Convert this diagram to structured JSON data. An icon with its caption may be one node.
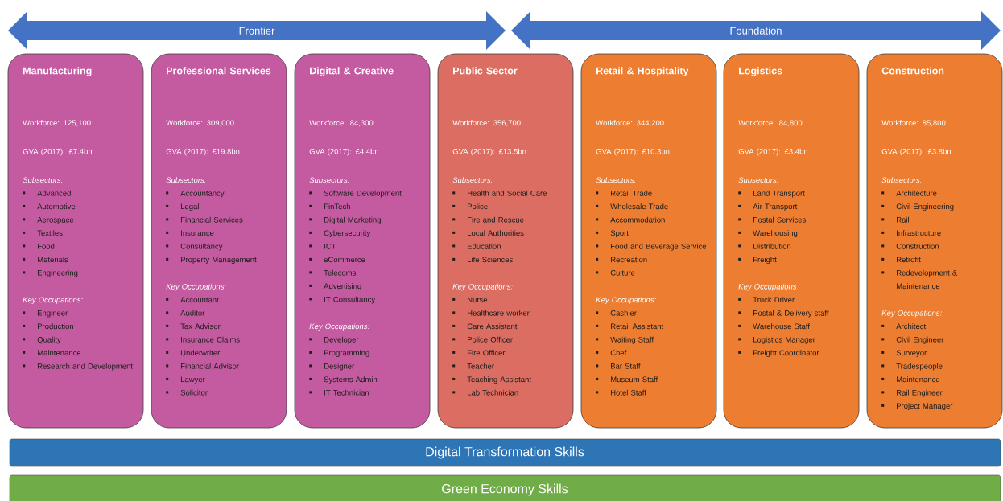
{
  "diagram": {
    "nodes": [
      {
        "text": [
          "Frontier"
        ]
      },
      {
        "text": [
          "Foundation"
        ]
      },
      {
        "text": [
          "Manufacturing",
          "Workforce: 125,100",
          "GVA (2017): £7.4bn",
          "Subsectors:",
          "Advanced",
          "Automotive",
          "Aerospace",
          "Textiles",
          "Food",
          "Materials",
          "Engineering",
          "Key Occupations:",
          "Engineer",
          "Production",
          "Quality",
          "Maintenance",
          "Research and Development"
        ]
      },
      {
        "text": [
          "Professional Services",
          "Workforce: 309,000",
          "GVA (2017): £19.8bn",
          "Subsectors:",
          "Accountancy",
          "Legal",
          "Financial Services",
          "Insurance",
          "Consultancy",
          "Property Management",
          "Key Occupations:",
          "Accountant",
          "Auditor",
          "Tax Advisor",
          "Insurance Claims",
          "Underwriter",
          "Financial Advisor",
          "Lawyer",
          "Solicitor"
        ]
      },
      {
        "text": [
          "Digital & Creative",
          "Workforce: 84,300",
          "GVA (2017): £4.4bn",
          "Subsectors:",
          "Software Development",
          "FinTech",
          "Digital Marketing",
          "Cybersecurity",
          "ICT",
          "eCommerce",
          "Telecoms",
          "Advertising",
          "IT Consultancy",
          "Key Occupations:",
          "Developer",
          "Programming",
          "Designer",
          "Systems Admin",
          "IT Technician"
        ]
      },
      {
        "text": [
          "Public Sector",
          "Workforce: 356,700",
          "GVA (2017): £13.5bn",
          "Subsectors:",
          "Health and Social Care",
          "Police",
          "Fire and Rescue",
          "Local Authorities",
          "Education",
          "Life Sciences",
          "Key Occupations:",
          "Nurse",
          "Healthcare worker",
          "Care Assistant",
          "Police Officer",
          "Fire Officer",
          "Teacher",
          "Teaching Assistant",
          "Lab Technician"
        ]
      },
      {
        "text": [
          "Retail & Hospitality",
          "Workforce: 344,200",
          "GVA (2017): £10.3bn",
          "Subsectors:",
          "Retail Trade",
          "Wholesale Trade",
          "Accommodation",
          "Sport",
          "Food and Beverage Service",
          "Recreation",
          "Culture",
          "Key Occupations:",
          "Cashier",
          "Retail Assistant",
          "Waiting Staff",
          "Chef",
          "Bar Staff",
          "Museum Staff",
          "Hotel Staff"
        ]
      },
      {
        "text": [
          "Logistics",
          "Workforce: 84,800",
          "GVA (2017): £3.4bn",
          "Subsectors:",
          "Land Transport",
          "Air Transport",
          "Postal Services",
          "Warehousing",
          "Distribution",
          "Freight",
          "Key Occupations",
          "Truck Driver",
          "Postal & Delivery staff",
          "Warehouse Staff",
          "Logistics Manager",
          "Freight Coordinator"
        ]
      },
      {
        "text": [
          "Construction",
          "Workforce: 85,800",
          "GVA (2017): £3.8bn",
          "Subsectors:",
          "Architecture",
          "Civil Engineering",
          "Rail",
          "Infrastructure",
          "Construction",
          "Retrofit",
          "Redevelopment & Maintenance",
          "Key Occupations:",
          "Architect",
          "Civil Engineer",
          "Surveyor",
          "Tradespeople",
          "Maintenance",
          "Rail Engineer",
          "Project Manager"
        ]
      },
      {
        "text": [
          "Digital Transformation Skills"
        ]
      },
      {
        "text": [
          "Green Economy Skills"
        ]
      }
    ],
    "edges": []
  }
}
